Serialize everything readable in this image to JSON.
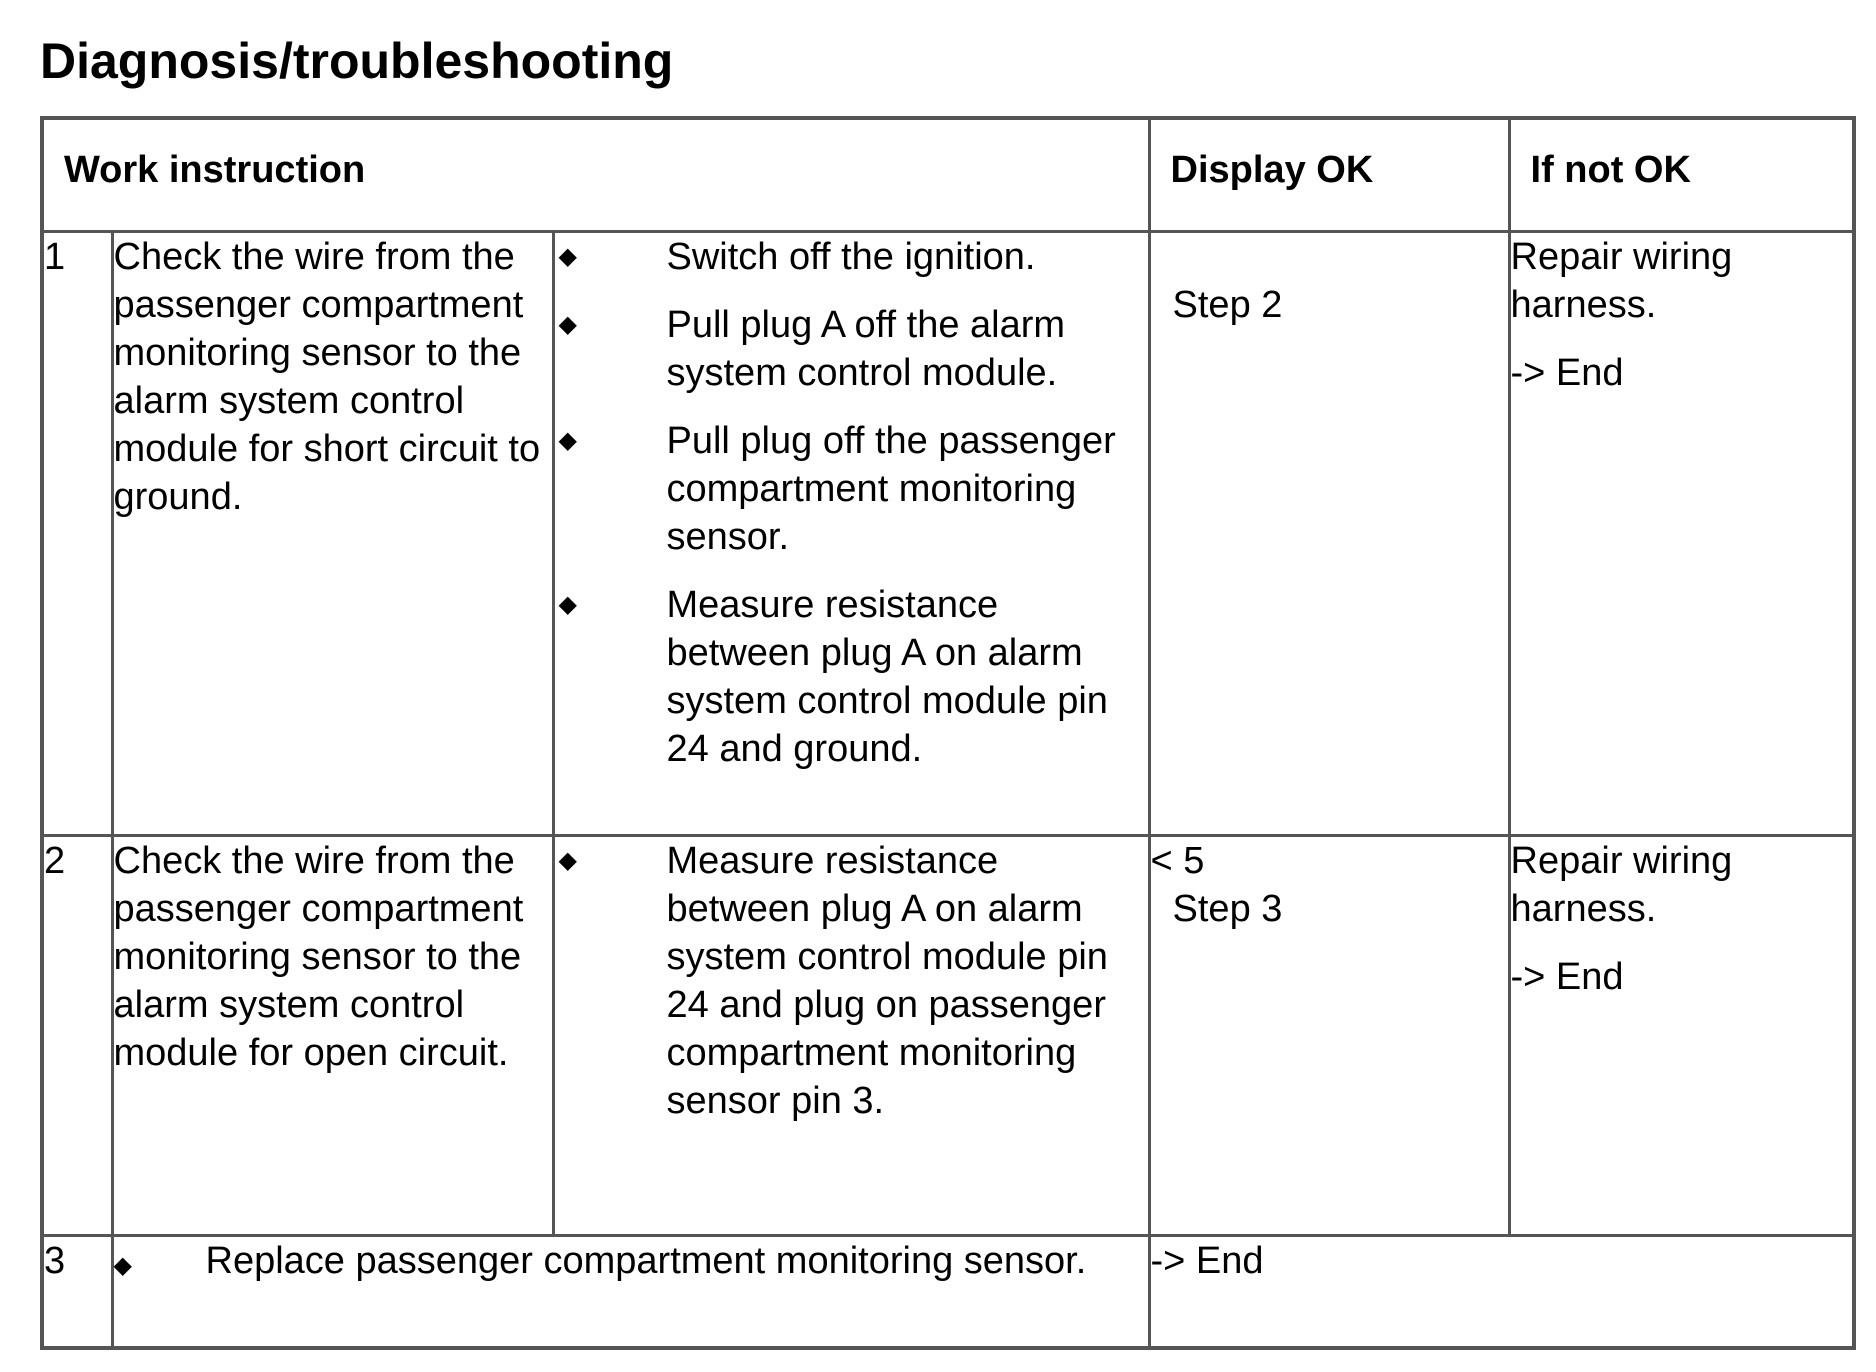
{
  "page": {
    "title": "Diagnosis/troubleshooting"
  },
  "table": {
    "headers": {
      "work_instruction": "Work instruction",
      "display_ok": "Display OK",
      "if_not_ok": "If not OK"
    },
    "bullet_icon": "black-diamond-bullet",
    "rows": [
      {
        "number": "1",
        "description": "Check the wire from the passenger compartment monitoring sensor to the alarm system control module for short circuit to ground.",
        "steps": [
          "Switch off the ignition.",
          "Pull plug A off the alarm system control module.",
          "Pull plug off the passenger compartment monitoring sensor.",
          "Measure resistance between plug A on alarm system control module pin 24 and ground."
        ],
        "display_ok_value": "",
        "display_ok_next": "Step 2",
        "if_not_ok_action": "Repair wiring harness.",
        "if_not_ok_next": "-> End"
      },
      {
        "number": "2",
        "description": "Check the wire from the passenger compartment monitoring sensor to the alarm system control module for open circuit.",
        "steps": [
          "Measure resistance between plug A on alarm system control module pin 24 and plug on passenger compartment monitoring sensor pin 3."
        ],
        "display_ok_value": "< 5",
        "display_ok_next": "Step 3",
        "if_not_ok_action": "Repair wiring harness.",
        "if_not_ok_next": "-> End"
      },
      {
        "number": "3",
        "instruction": "Replace passenger compartment monitoring sensor.",
        "display_ok_next": "-> End"
      }
    ]
  }
}
